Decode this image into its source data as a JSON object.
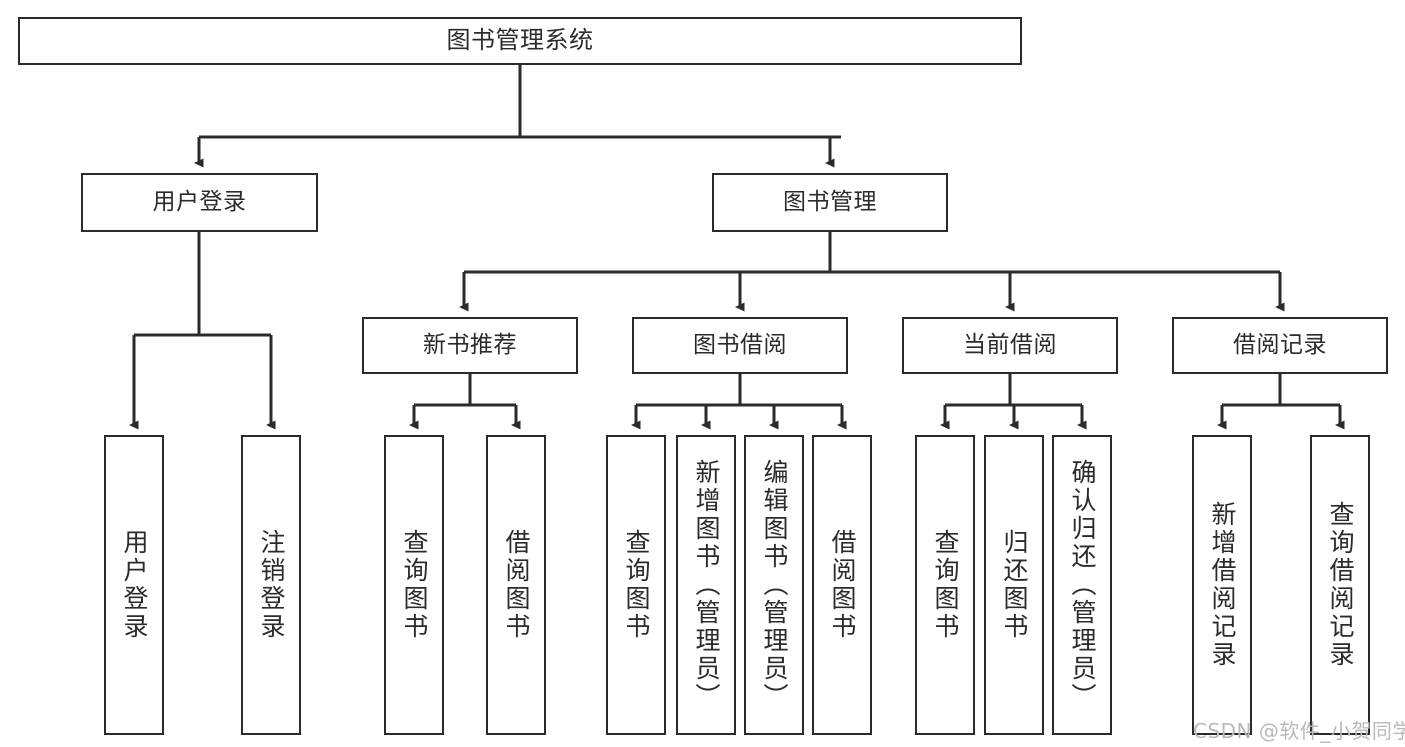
{
  "diagram": {
    "type": "tree",
    "title": "图书管理系统",
    "root": {
      "label": "图书管理系统"
    },
    "level2": [
      {
        "label": "用户登录"
      },
      {
        "label": "图书管理"
      }
    ],
    "level3": [
      {
        "label": "新书推荐"
      },
      {
        "label": "图书借阅"
      },
      {
        "label": "当前借阅"
      },
      {
        "label": "借阅记录"
      }
    ],
    "leaves": {
      "user_login": [
        {
          "label": "用户登录"
        },
        {
          "label": "注销登录"
        }
      ],
      "new_book_recommend": [
        {
          "label": "查询图书"
        },
        {
          "label": "借阅图书"
        }
      ],
      "book_borrow": [
        {
          "label": "查询图书"
        },
        {
          "label": "新增图书（管理员）"
        },
        {
          "label": "编辑图书（管理员）"
        },
        {
          "label": "借阅图书"
        }
      ],
      "current_borrow": [
        {
          "label": "查询图书"
        },
        {
          "label": "归还图书"
        },
        {
          "label": "确认归还（管理员）"
        }
      ],
      "borrow_record": [
        {
          "label": "新增借阅记录"
        },
        {
          "label": "查询借阅记录"
        }
      ]
    }
  },
  "watermark": {
    "text": "CSDN @软件_小贺同学"
  },
  "colors": {
    "stroke": "#2b2b2b",
    "background": "#ffffff",
    "text": "#2b2b2b",
    "watermark": "#b9b9b9"
  }
}
